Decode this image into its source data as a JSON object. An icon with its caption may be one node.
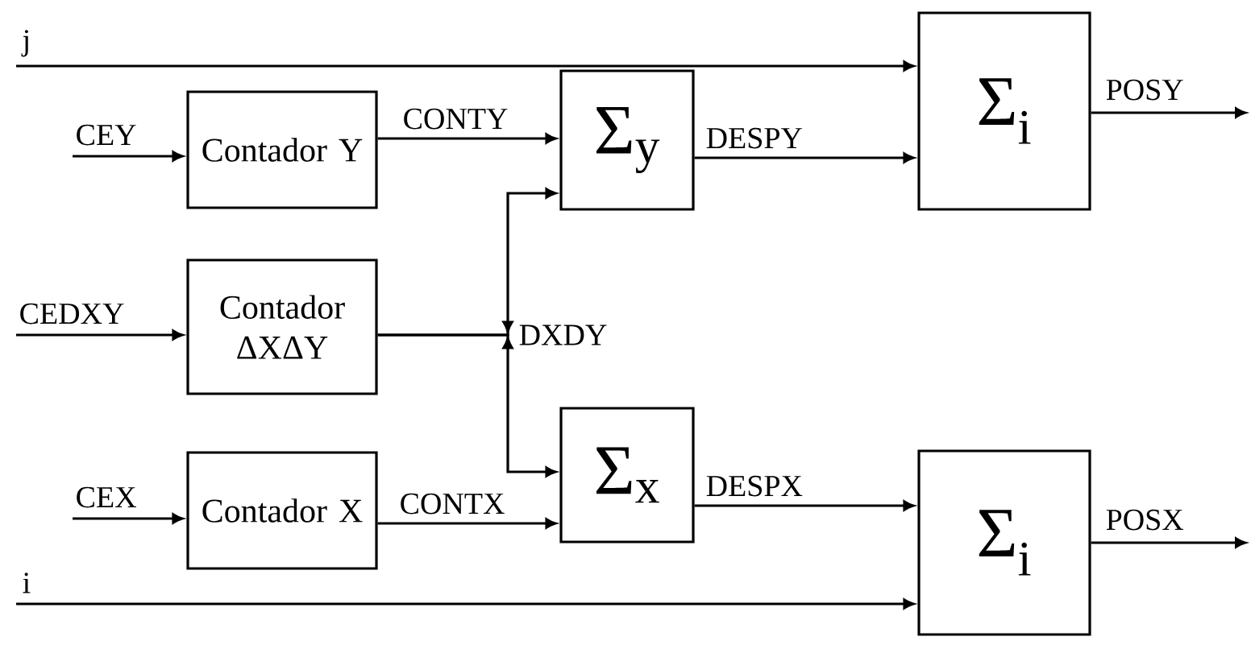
{
  "diagram": {
    "nodes": [
      {
        "text": [
          "Contador Y"
        ]
      },
      {
        "text": [
          "Contador ΔXΔY"
        ]
      },
      {
        "text": [
          "Contador X"
        ]
      },
      {
        "text": [
          "Σ$_{y}$"
        ]
      },
      {
        "text": [
          "Σ$_{x}$"
        ]
      },
      {
        "text": [
          "Σ$_{i}$"
        ]
      },
      {
        "text": [
          "Σ$_{i}$"
        ]
      }
    ],
    "edges": [
      {
        "from": null,
        "to": 5,
        "arrow": "to",
        "label": "j"
      },
      {
        "from": null,
        "to": 0,
        "arrow": "to",
        "label": "CEY"
      },
      {
        "from": null,
        "to": 1,
        "arrow": "to",
        "label": "CEDXY"
      },
      {
        "from": null,
        "to": 2,
        "arrow": "to",
        "label": "CEX"
      },
      {
        "from": null,
        "to": 6,
        "arrow": "to",
        "label": "i"
      },
      {
        "from": 0,
        "to": 3,
        "arrow": "to",
        "label": "CONTY"
      },
      {
        "from": 1,
        "to": 3,
        "arrow": "to",
        "label": "DXDY"
      },
      {
        "from": 1,
        "to": 4,
        "arrow": "to"
      },
      {
        "from": 3,
        "to": 5,
        "arrow": "to",
        "label": "DESPY"
      },
      {
        "from": 2,
        "to": 4,
        "arrow": "to",
        "label": "CONTX"
      },
      {
        "from": 4,
        "to": 6,
        "arrow": "to",
        "label": "DESPX"
      },
      {
        "from": 5,
        "to": null,
        "arrow": "to",
        "label": "POSY"
      },
      {
        "from": 6,
        "to": null,
        "arrow": "to",
        "label": "POSX"
      }
    ]
  }
}
